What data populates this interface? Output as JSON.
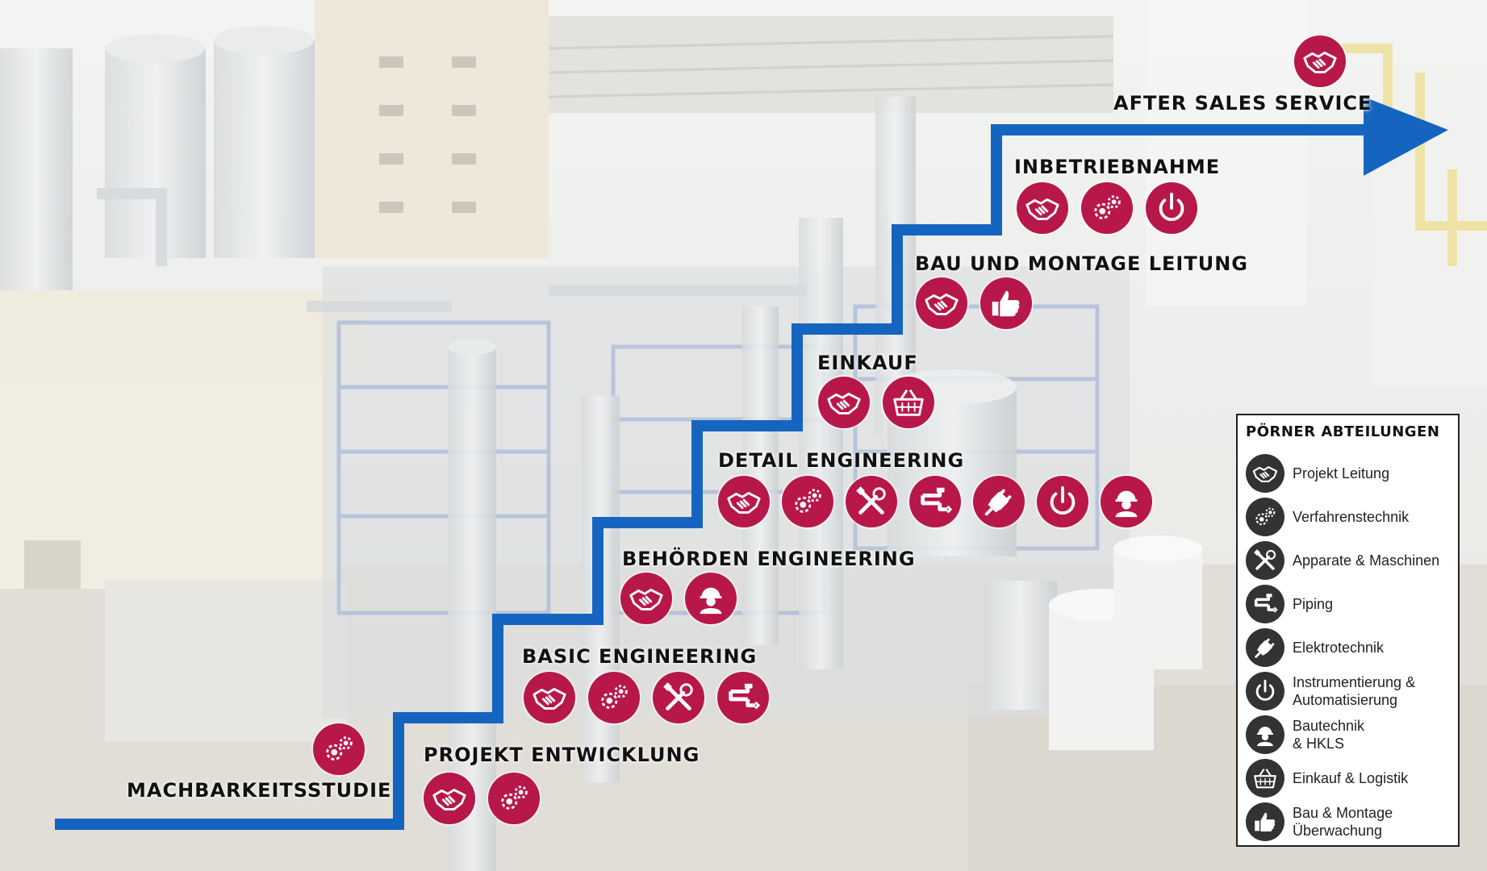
{
  "colors": {
    "accent": "#b8174a",
    "path": "#1565c0",
    "legend_icon": "#333333"
  },
  "stages": [
    {
      "key": "machbarkeitsstudie",
      "title": "MACHBARKEITSSTUDIE",
      "icons": [
        "gears-icon"
      ]
    },
    {
      "key": "projekt-entwicklung",
      "title": "PROJEKT ENTWICKLUNG",
      "icons": [
        "handshake-icon",
        "gears-icon"
      ]
    },
    {
      "key": "basic-engineering",
      "title": "BASIC ENGINEERING",
      "icons": [
        "handshake-icon",
        "gears-icon",
        "tools-icon",
        "pipe-icon"
      ]
    },
    {
      "key": "behoerden-engineering",
      "title": "BEHÖRDEN ENGINEERING",
      "icons": [
        "handshake-icon",
        "worker-icon"
      ]
    },
    {
      "key": "detail-engineering",
      "title": "DETAIL ENGINEERING",
      "icons": [
        "handshake-icon",
        "gears-icon",
        "tools-icon",
        "pipe-icon",
        "plug-icon",
        "power-icon",
        "worker-icon"
      ]
    },
    {
      "key": "einkauf",
      "title": "EINKAUF",
      "icons": [
        "handshake-icon",
        "basket-icon"
      ]
    },
    {
      "key": "bau-und-montage",
      "title": "BAU UND MONTAGE LEITUNG",
      "icons": [
        "handshake-icon",
        "thumbs-up-icon"
      ]
    },
    {
      "key": "inbetriebnahme",
      "title": "INBETRIEBNAHME",
      "icons": [
        "handshake-icon",
        "gears-icon",
        "power-icon"
      ]
    },
    {
      "key": "after-sales",
      "title": "AFTER SALES SERVICE",
      "icons": [
        "handshake-icon"
      ]
    }
  ],
  "legend": {
    "title": "PÖRNER ABTEILUNGEN",
    "items": [
      {
        "icon": "handshake-icon",
        "label": "Projekt Leitung"
      },
      {
        "icon": "gears-icon",
        "label": "Verfahrenstechnik"
      },
      {
        "icon": "tools-icon",
        "label": "Apparate & Maschinen"
      },
      {
        "icon": "pipe-icon",
        "label": "Piping"
      },
      {
        "icon": "plug-icon",
        "label": "Elektrotechnik"
      },
      {
        "icon": "power-icon",
        "label": "Instrumentierung &\nAutomatisierung"
      },
      {
        "icon": "worker-icon",
        "label": "Bautechnik\n& HKLS"
      },
      {
        "icon": "basket-icon",
        "label": "Einkauf & Logistik"
      },
      {
        "icon": "thumbs-up-icon",
        "label": "Bau & Montage\nÜberwachung"
      }
    ]
  }
}
